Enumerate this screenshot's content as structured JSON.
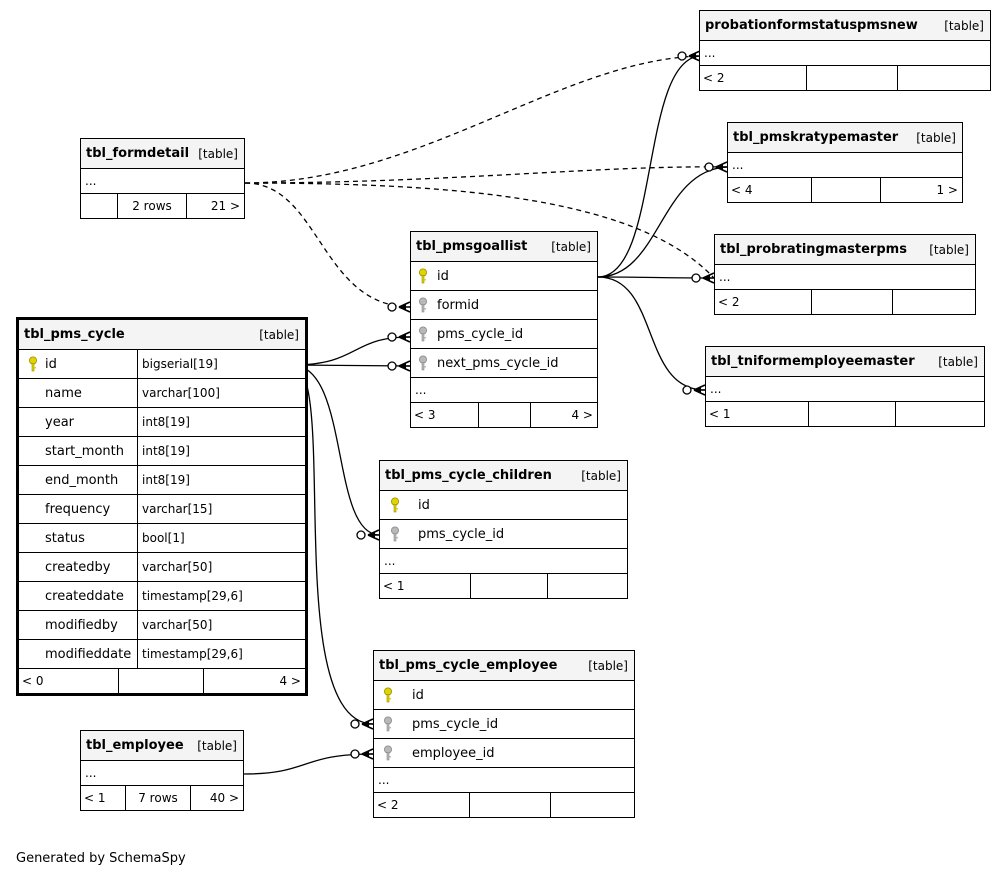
{
  "footer_text": "Generated by SchemaSpy",
  "key_colors": {
    "primary": "#e0d400",
    "foreign": "#b8b8b8"
  },
  "tables": {
    "probationformstatuspmsnew": {
      "name": "probationformstatuspmsnew",
      "type": "[table]",
      "more": "...",
      "parents": "< 2",
      "rows": "",
      "children": ""
    },
    "pmskratypemaster": {
      "name": "tbl_pmskratypemaster",
      "type": "[table]",
      "more": "...",
      "parents": "< 4",
      "rows": "",
      "children": "1 >"
    },
    "formdetail": {
      "name": "tbl_formdetail",
      "type": "[table]",
      "more": "...",
      "parents": "",
      "rows": "2 rows",
      "children": "21 >"
    },
    "probratingmasterpms": {
      "name": "tbl_probratingmasterpms",
      "type": "[table]",
      "more": "...",
      "parents": "< 2",
      "rows": "",
      "children": ""
    },
    "pmsgoallist": {
      "name": "tbl_pmsgoallist",
      "type": "[table]",
      "columns": [
        "id",
        "formid",
        "pms_cycle_id",
        "next_pms_cycle_id"
      ],
      "more": "...",
      "parents": "< 3",
      "rows": "",
      "children": "4 >"
    },
    "tniformemployeemaster": {
      "name": "tbl_tniformemployeemaster",
      "type": "[table]",
      "more": "...",
      "parents": "< 1",
      "rows": "",
      "children": ""
    },
    "pms_cycle": {
      "name": "tbl_pms_cycle",
      "type": "[table]",
      "columns": [
        {
          "name": "id",
          "type": "bigserial[19]"
        },
        {
          "name": "name",
          "type": "varchar[100]"
        },
        {
          "name": "year",
          "type": "int8[19]"
        },
        {
          "name": "start_month",
          "type": "int8[19]"
        },
        {
          "name": "end_month",
          "type": "int8[19]"
        },
        {
          "name": "frequency",
          "type": "varchar[15]"
        },
        {
          "name": "status",
          "type": "bool[1]"
        },
        {
          "name": "createdby",
          "type": "varchar[50]"
        },
        {
          "name": "createddate",
          "type": "timestamp[29,6]"
        },
        {
          "name": "modifiedby",
          "type": "varchar[50]"
        },
        {
          "name": "modifieddate",
          "type": "timestamp[29,6]"
        }
      ],
      "parents": "< 0",
      "rows": "",
      "children": "4 >"
    },
    "pms_cycle_children": {
      "name": "tbl_pms_cycle_children",
      "type": "[table]",
      "columns": [
        "id",
        "pms_cycle_id"
      ],
      "more": "...",
      "parents": "< 1",
      "rows": "",
      "children": ""
    },
    "pms_cycle_employee": {
      "name": "tbl_pms_cycle_employee",
      "type": "[table]",
      "columns": [
        "id",
        "pms_cycle_id",
        "employee_id"
      ],
      "more": "...",
      "parents": "< 2",
      "rows": "",
      "children": ""
    },
    "employee": {
      "name": "tbl_employee",
      "type": "[table]",
      "more": "...",
      "parents": "< 1",
      "rows": "7 rows",
      "children": "40 >"
    }
  }
}
